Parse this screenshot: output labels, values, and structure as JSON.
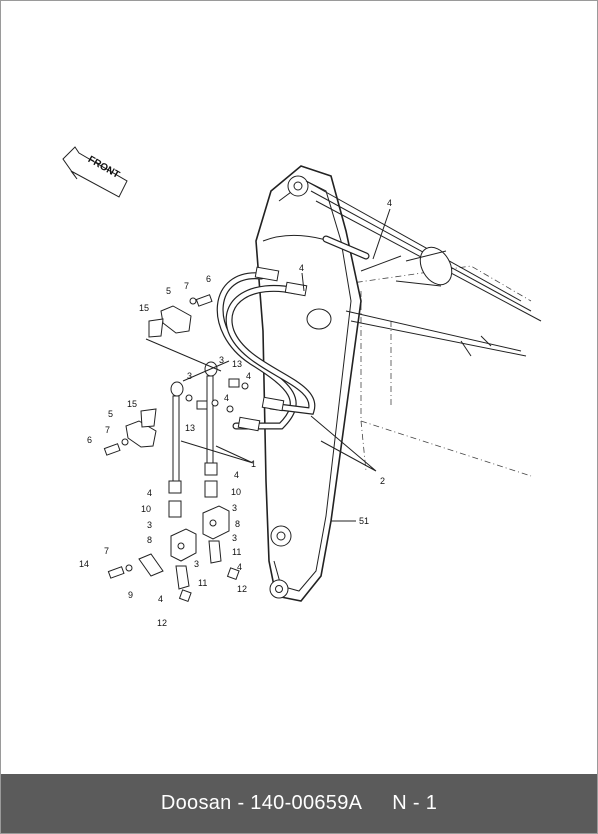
{
  "footer": {
    "brand": "Doosan",
    "separator": "-",
    "part_number": "140-00659A",
    "page": "N - 1"
  },
  "diagram": {
    "direction_label": "FRONT",
    "callouts": [
      "1",
      "2",
      "3",
      "4",
      "5",
      "6",
      "7",
      "8",
      "9",
      "10",
      "11",
      "12",
      "13",
      "14",
      "15",
      "51"
    ]
  }
}
